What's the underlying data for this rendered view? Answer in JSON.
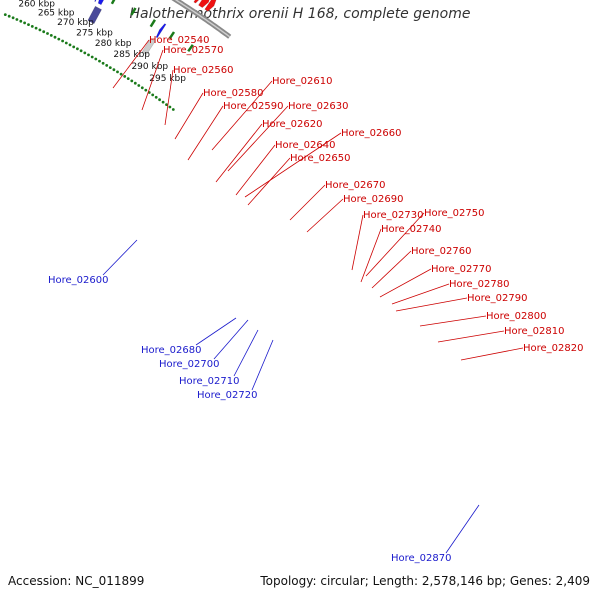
{
  "title": "Halothermothrix orenii H 168, complete genome",
  "accession": "Accession: NC_011899",
  "summary": "Topology: circular; Length: 2,578,146 bp; Genes: 2,409",
  "colors": {
    "backbone": "#8a8a8a",
    "forward_gene": "#ee1111",
    "reverse_gene": "#1a1aee",
    "forward_label": "#cc0000",
    "reverse_label": "#1a1acc",
    "tick": "#1a7a1a"
  },
  "ticks": [
    "260 kbp",
    "265 kbp",
    "270 kbp",
    "275 kbp",
    "280 kbp",
    "285 kbp",
    "290 kbp",
    "295 kbp"
  ],
  "forward_labels": [
    "Hore_02540",
    "Hore_02570",
    "Hore_02560",
    "Hore_02580",
    "Hore_02610",
    "Hore_02590",
    "Hore_02630",
    "Hore_02620",
    "Hore_02660",
    "Hore_02640",
    "Hore_02650",
    "Hore_02670",
    "Hore_02690",
    "Hore_02730",
    "Hore_02750",
    "Hore_02740",
    "Hore_02760",
    "Hore_02770",
    "Hore_02780",
    "Hore_02790",
    "Hore_02800",
    "Hore_02810",
    "Hore_02820"
  ],
  "reverse_labels": [
    "Hore_02600",
    "Hore_02680",
    "Hore_02700",
    "Hore_02710",
    "Hore_02720",
    "Hore_02870"
  ]
}
